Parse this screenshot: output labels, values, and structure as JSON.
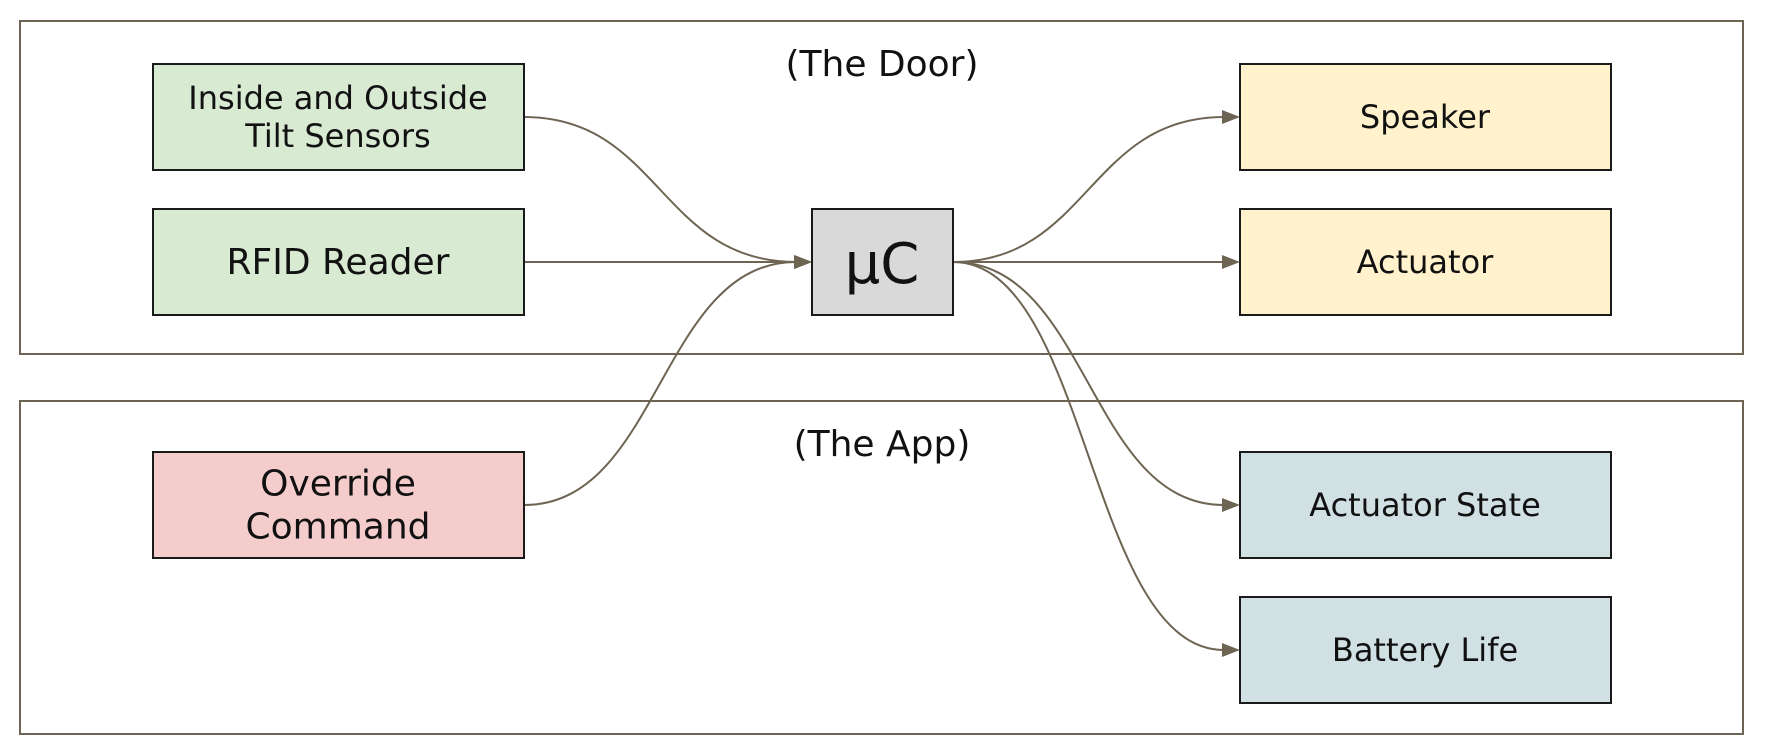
{
  "groups": {
    "door": {
      "title": "(The Door)"
    },
    "app": {
      "title": "(The App)"
    }
  },
  "nodes": {
    "tilt_sensors": {
      "lines": [
        "Inside and Outside",
        "Tilt Sensors"
      ]
    },
    "rfid_reader": {
      "lines": [
        "RFID Reader"
      ]
    },
    "override_command": {
      "lines": [
        "Override",
        "Command"
      ]
    },
    "microcontroller": {
      "lines": [
        "μC"
      ]
    },
    "speaker": {
      "lines": [
        "Speaker"
      ]
    },
    "actuator": {
      "lines": [
        "Actuator"
      ]
    },
    "actuator_state": {
      "lines": [
        "Actuator State"
      ]
    },
    "battery_life": {
      "lines": [
        "Battery Life"
      ]
    }
  },
  "edges": [
    {
      "from": "tilt_sensors",
      "to": "microcontroller"
    },
    {
      "from": "rfid_reader",
      "to": "microcontroller"
    },
    {
      "from": "override_command",
      "to": "microcontroller"
    },
    {
      "from": "microcontroller",
      "to": "speaker"
    },
    {
      "from": "microcontroller",
      "to": "actuator"
    },
    {
      "from": "microcontroller",
      "to": "actuator_state"
    },
    {
      "from": "microcontroller",
      "to": "battery_life"
    }
  ],
  "colors": {
    "sensor_fill": "#d9ead3",
    "override_fill": "#f4cccc",
    "controller_fill": "#d9d9d9",
    "door_output_fill": "#fff2cc",
    "app_output_fill": "#d0e0e3",
    "edge_color": "#6e6453"
  }
}
